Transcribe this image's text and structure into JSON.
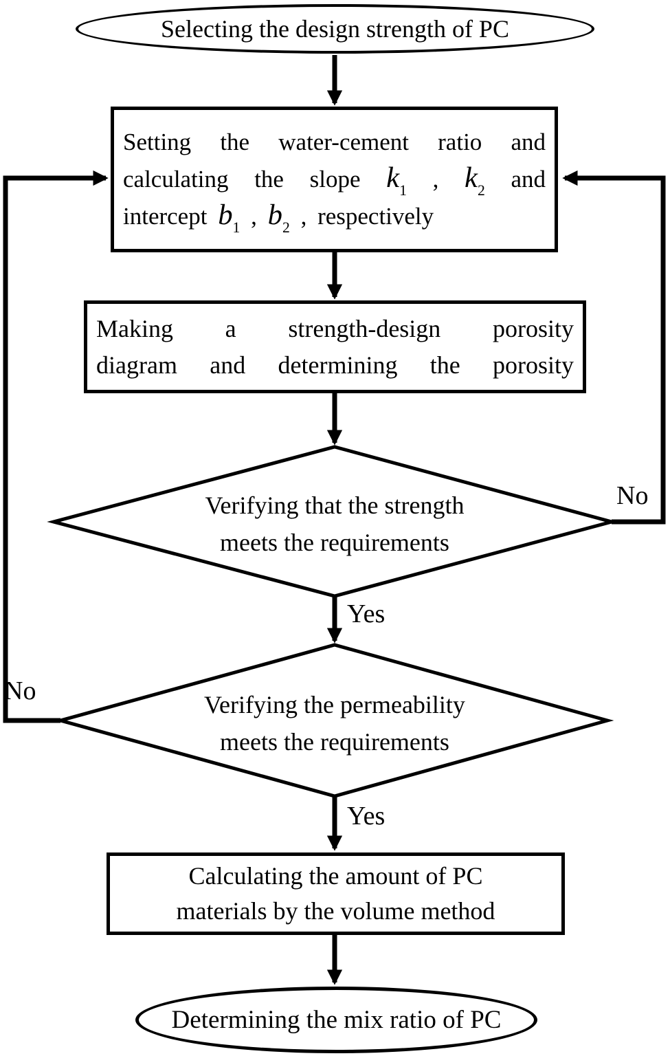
{
  "flow": {
    "start": {
      "label": "Selecting the design strength of PC"
    },
    "process_ratio": {
      "line1": "Setting the water-cement ratio and",
      "line2": {
        "t1": "calculating the slope",
        "k1": "k",
        "s1": "1",
        "c": ",",
        "k2": "k",
        "s2": "2",
        "t2": "and"
      },
      "line3": {
        "t1": "intercept",
        "b1": "b",
        "s1": "1",
        "c1": ",",
        "b2": "b",
        "s2": "2",
        "c2": ",",
        "t2": "respectively"
      }
    },
    "process_diagram": {
      "line1": "Making a strength-design porosity",
      "line2": "diagram and determining the porosity"
    },
    "decision_strength": {
      "line1": "Verifying that the strength",
      "line2": "meets the requirements"
    },
    "decision_permeability": {
      "line1": "Verifying the permeability",
      "line2": "meets the requirements"
    },
    "process_volume": {
      "line1": "Calculating the amount of PC",
      "line2": "materials by the volume method"
    },
    "end": {
      "label": "Determining the mix ratio of PC"
    },
    "labels": {
      "yes1": "Yes",
      "yes2": "Yes",
      "no_right": "No",
      "no_left": "No"
    }
  },
  "colors": {
    "stroke": "#000000",
    "background": "#ffffff",
    "text": "#000000"
  }
}
